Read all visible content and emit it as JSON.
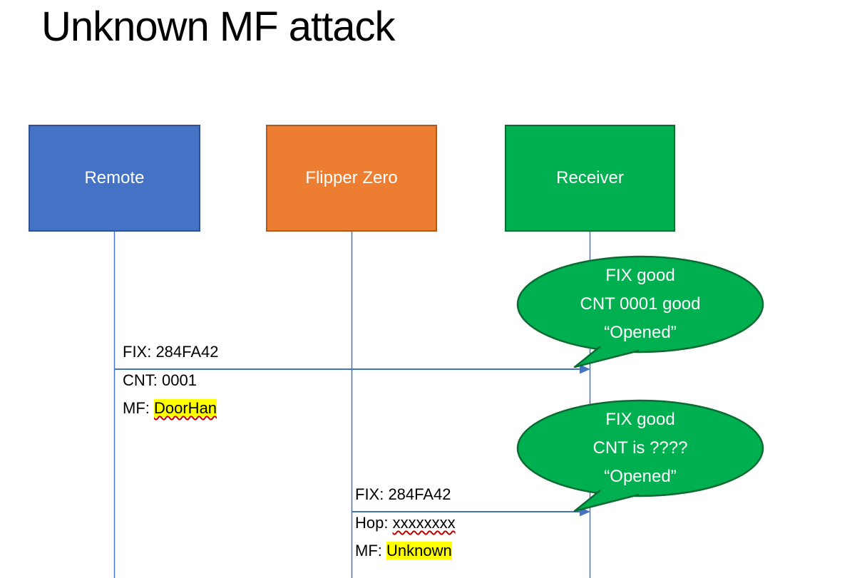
{
  "title": "Unknown MF attack",
  "actors": [
    {
      "id": "remote",
      "label": "Remote",
      "fill": "#4472C4",
      "border": "#2F528F"
    },
    {
      "id": "flipper-zero",
      "label": "Flipper Zero",
      "fill": "#ED7D31",
      "border": "#AE5A21"
    },
    {
      "id": "receiver",
      "label": "Receiver",
      "fill": "#00B050",
      "border": "#0C6B33"
    }
  ],
  "messages": [
    {
      "from": "Remote",
      "to": "Receiver",
      "line1": "FIX: 284FA42",
      "line2": "CNT: 0001",
      "line3_prefix": "MF: ",
      "line3_value": "DoorHan"
    },
    {
      "from": "Flipper Zero",
      "to": "Receiver",
      "line1": "FIX: 284FA42",
      "line2_prefix": "Hop: ",
      "line2_value": "xxxxxxxx",
      "line3_prefix": "MF: ",
      "line3_value": "Unknown"
    }
  ],
  "callouts": [
    {
      "attached_to": "Receiver",
      "line1": "FIX good",
      "line2": "CNT 0001 good",
      "line3": "“Opened”"
    },
    {
      "attached_to": "Receiver",
      "line1": "FIX good",
      "line2": "CNT is ????",
      "line3": "“Opened”"
    }
  ],
  "colors": {
    "highlight": "#FFFF00",
    "squiggly_underline": "#C00000",
    "connector": "#4472C4",
    "callout_fill": "#00B050",
    "callout_border": "#0C6B33",
    "title_color": "#000000"
  }
}
